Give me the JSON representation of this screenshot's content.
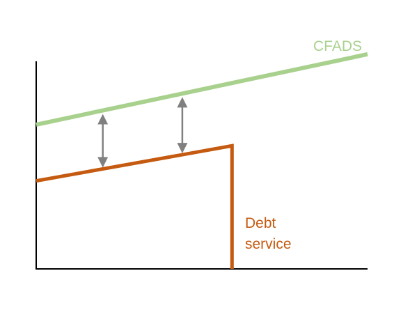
{
  "chart_data": {
    "type": "line",
    "title": "",
    "xlabel": "",
    "ylabel": "",
    "xlim": [
      0,
      100
    ],
    "ylim": [
      0,
      100
    ],
    "grid": false,
    "series": [
      {
        "name": "CFADS",
        "color": "#a9d18e",
        "points": [
          [
            0,
            69.5
          ],
          [
            100,
            103.4
          ]
        ]
      },
      {
        "name": "Debt service",
        "color": "#c55a11",
        "points": [
          [
            0,
            42.4
          ],
          [
            59.1,
            59.3
          ],
          [
            59.1,
            0
          ]
        ]
      }
    ],
    "annotations": [
      {
        "type": "double-arrow",
        "x": 20.1,
        "from_series": "Debt service",
        "to_series": "CFADS",
        "color": "#808080"
      },
      {
        "type": "double-arrow",
        "x": 44.1,
        "from_series": "Debt service",
        "to_series": "CFADS",
        "color": "#808080"
      }
    ],
    "labels": {
      "cfads": "CFADS",
      "debt_line1": "Debt",
      "debt_line2": "service"
    }
  }
}
